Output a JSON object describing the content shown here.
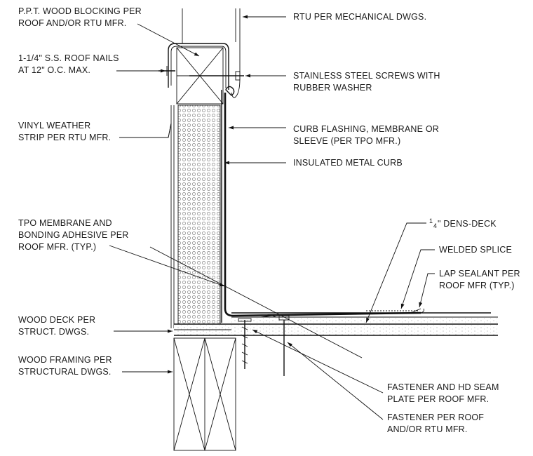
{
  "labels": {
    "ppt_blocking": [
      "P.P.T. WOOD BLOCKING PER",
      "ROOF AND/OR RTU MFR."
    ],
    "roof_nails": [
      "1-1/4\" S.S. ROOF NAILS",
      "AT 12\" O.C. MAX."
    ],
    "vinyl_strip": [
      "VINYL WEATHER",
      "STRIP PER RTU MFR."
    ],
    "tpo_membrane": [
      "TPO MEMBRANE AND",
      "BONDING ADHESIVE PER",
      "ROOF MFR. (TYP.)"
    ],
    "wood_deck": [
      "WOOD DECK PER",
      "STRUCT. DWGS."
    ],
    "wood_framing": [
      "WOOD FRAMING PER",
      "STRUCTURAL DWGS."
    ],
    "rtu": [
      "RTU PER MECHANICAL DWGS."
    ],
    "ss_screws": [
      "STAINLESS STEEL SCREWS WITH",
      "RUBBER WASHER"
    ],
    "curb_flashing": [
      "CURB FLASHING, MEMBRANE OR",
      "SLEEVE (PER TPO MFR.)"
    ],
    "metal_curb": [
      "INSULATED METAL CURB"
    ],
    "dens_deck": {
      "fraction_num": "1",
      "fraction_den": "4",
      "text": "\" DENS-DECK"
    },
    "welded_splice": [
      "WELDED SPLICE"
    ],
    "lap_sealant": [
      "LAP SEALANT PER",
      "ROOF MFR (TYP.)"
    ],
    "fastener_seam": [
      "FASTENER AND HD SEAM",
      "PLATE PER ROOF MFR."
    ],
    "fastener_rtu": [
      "FASTENER PER ROOF",
      "AND/OR RTU MFR."
    ]
  }
}
